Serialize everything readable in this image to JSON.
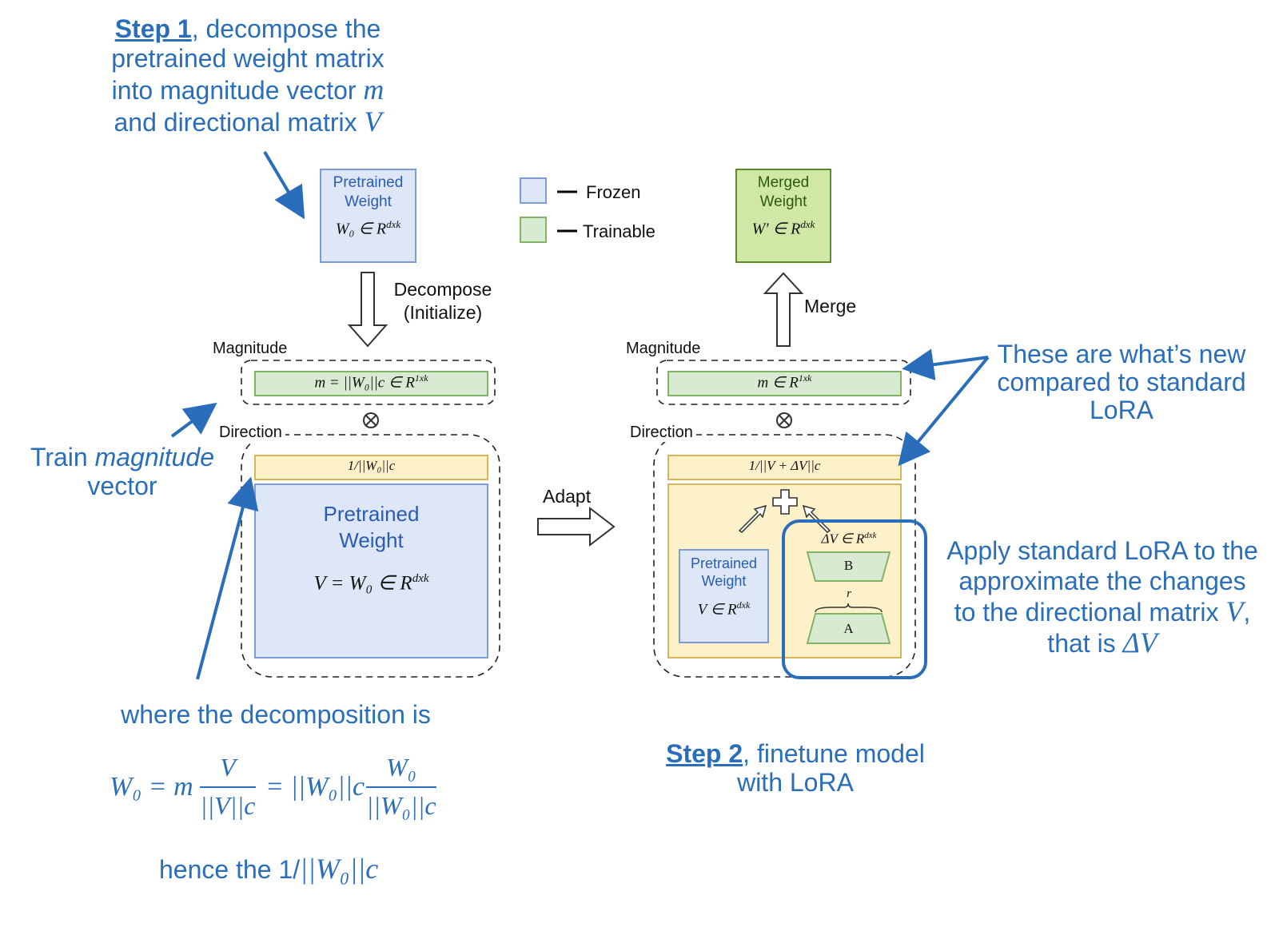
{
  "step1": {
    "step_label": "Step 1",
    "line1_rest": ", decompose the",
    "line2": "pretrained weight matrix",
    "line3": "into magnitude vector",
    "line3_var": "m",
    "line4": "and directional matrix",
    "line4_var": "V"
  },
  "legend": {
    "frozen": "Frozen",
    "trainable": "Trainable"
  },
  "top_left_box": {
    "line1": "Pretrained",
    "line2": "Weight",
    "formula": "W₀ ∈ R",
    "sup": "dxk"
  },
  "decompose": {
    "line1": "Decompose",
    "line2": "(Initialize)"
  },
  "merged_box": {
    "line1": "Merged",
    "line2": "Weight",
    "formula": "W′ ∈ R",
    "sup": "dxk"
  },
  "merge_label": "Merge",
  "left_block": {
    "magnitude_label": "Magnitude",
    "magnitude_formula": "m = ||W₀||c ∈ R",
    "magnitude_sup": "1xk",
    "direction_label": "Direction",
    "norm_bar": "1/||W₀||c",
    "big_box_line1": "Pretrained",
    "big_box_line2": "Weight",
    "big_box_formula": "V = W₀ ∈ R",
    "big_box_sup": "dxk"
  },
  "adapt_label": "Adapt",
  "right_block": {
    "magnitude_label": "Magnitude",
    "magnitude_formula": "m ∈ R",
    "magnitude_sup": "1xk",
    "direction_label": "Direction",
    "norm_bar": "1/||V + ΔV||c",
    "small_box_line1": "Pretrained",
    "small_box_line2": "Weight",
    "small_box_formula": "V ∈ R",
    "small_box_sup": "dxk",
    "delta_formula": "ΔV ∈ R",
    "delta_sup": "dxk",
    "b_label": "B",
    "a_label": "A",
    "r_label": "r"
  },
  "annotations": {
    "train_mag_1": "Train",
    "train_mag_italic": "magnitude",
    "train_mag_2": "vector",
    "whats_new_1": "These are what’s new",
    "whats_new_2": "compared to standard",
    "whats_new_3": "LoRA",
    "apply_1": "Apply standard LoRA to the",
    "apply_2": "approximate the changes",
    "apply_3": "to the directional matrix",
    "apply_3_var": "V",
    "apply_4": "that is",
    "apply_4_var": "ΔV",
    "decomp_is": "where the decomposition is",
    "hence": "hence the 1/",
    "hence_math": "||W₀||c"
  },
  "step2": {
    "step_label": "Step 2",
    "line1_rest": ", finetune model",
    "line2": "with LoRA"
  },
  "formula": {
    "lhs": "W₀ = m",
    "num1": "V",
    "den1": "||V||c",
    "mid": "= ||W₀||c",
    "num2": "W₀",
    "den2": "||W₀||c"
  },
  "colors": {
    "frozen_fill": "#dde7f8",
    "frozen_stroke": "#7d9bd6",
    "trainable_fill": "#d9ead3",
    "trainable_stroke": "#82b366",
    "merged_fill": "#cfe8a6",
    "merged_stroke": "#5a8a2a",
    "norm_fill": "#fdf1c9",
    "norm_stroke": "#d6b656",
    "annotation_blue": "#2a6ebb"
  }
}
